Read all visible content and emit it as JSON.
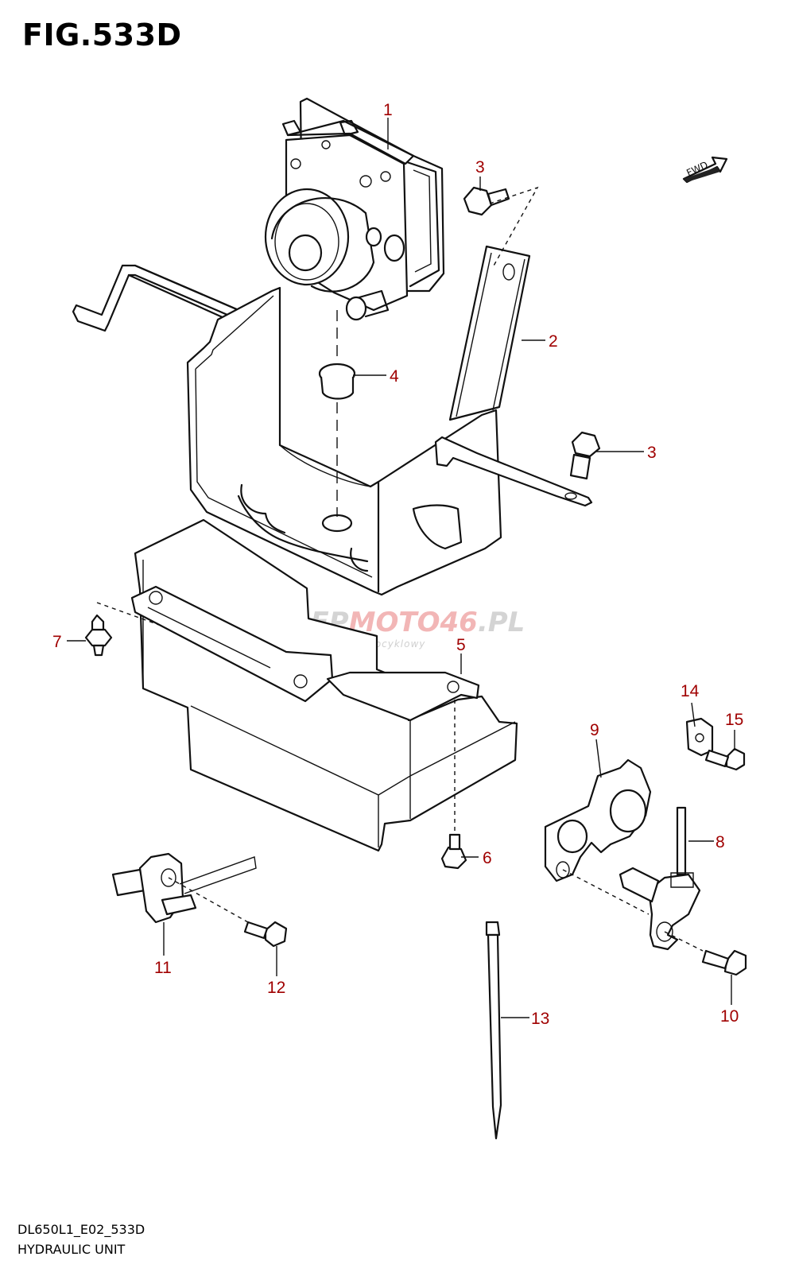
{
  "figure": {
    "title": "FIG.533D"
  },
  "footer": {
    "code": "DL650L1_E02_533D",
    "name": "HYDRAULIC UNIT"
  },
  "direction_label": "FWD",
  "watermark": {
    "main_left": "SKLEP",
    "main_accent": "MOTO46",
    "main_right": ".PL",
    "sub": "internetowy sklep motocyklowy"
  },
  "callouts": [
    "1",
    "2",
    "3",
    "3",
    "4",
    "5",
    "6",
    "7",
    "8",
    "9",
    "10",
    "11",
    "12",
    "13",
    "14",
    "15"
  ]
}
